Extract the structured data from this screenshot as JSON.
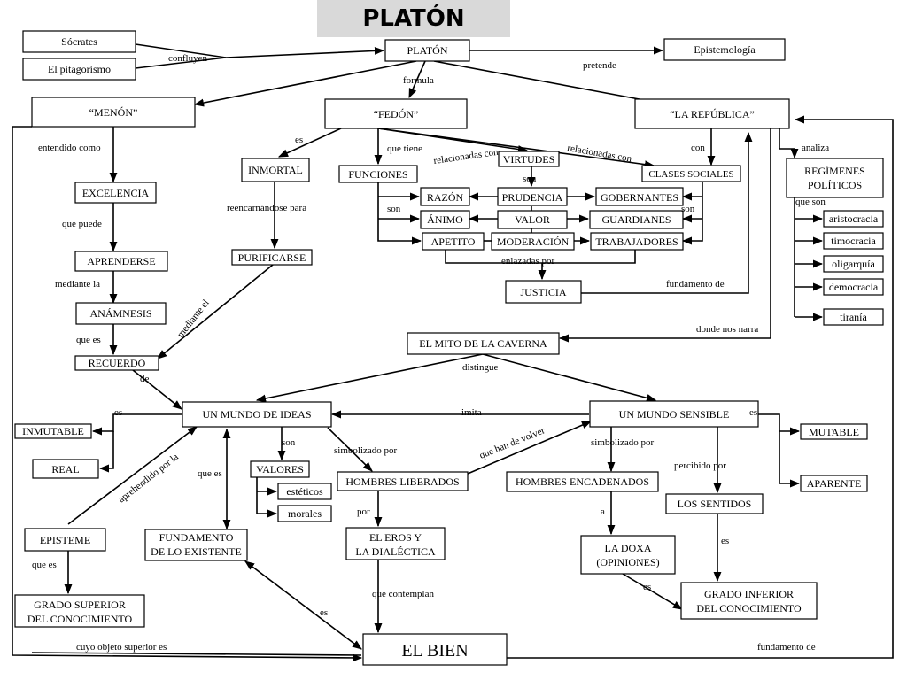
{
  "title": "PLATÓN",
  "nodes": {
    "socrates": "Sócrates",
    "pitagorismo": "El pitagorismo",
    "platon": "PLATÓN",
    "epistemologia": "Epistemología",
    "menon": "“MENÓN”",
    "fedon": "“FEDÓN”",
    "republica": "“LA REPÚBLICA”",
    "inmortal": "INMORTAL",
    "funciones": "FUNCIONES",
    "virtudes": "VIRTUDES",
    "clases": "CLASES SOCIALES",
    "regimenes1": "REGÍMENES",
    "regimenes2": "POLÍTICOS",
    "excelencia": "EXCELENCIA",
    "razon": "RAZÓN",
    "prudencia": "PRUDENCIA",
    "gobernantes": "GOBERNANTES",
    "animo": "ÁNIMO",
    "valor": "VALOR",
    "guardianes": "GUARDIANES",
    "apetito": "APETITO",
    "moderacion": "MODERACIÓN",
    "trabajadores": "TRABAJADORES",
    "aristocracia": "aristocracia",
    "timocracia": "timocracia",
    "oligarquia": "oligarquía",
    "democracia": "democracia",
    "tirania": "tiranía",
    "aprenderse": "APRENDERSE",
    "purificarse": "PURIFICARSE",
    "justicia": "JUSTICIA",
    "anamnesis": "ANÁMNESIS",
    "recuerdo": "RECUERDO",
    "mito": "EL MITO DE LA CAVERNA",
    "mundo_ideas": "UN MUNDO DE IDEAS",
    "mundo_sensible": "UN MUNDO SENSIBLE",
    "inmutable": "INMUTABLE",
    "real": "REAL",
    "mutable": "MUTABLE",
    "aparente": "APARENTE",
    "valores": "VALORES",
    "esteticos": "estéticos",
    "morales": "morales",
    "hombres_liberados": "HOMBRES LIBERADOS",
    "hombres_encadenados": "HOMBRES ENCADENADOS",
    "los_sentidos": "LOS SENTIDOS",
    "episteme": "EPISTEME",
    "fundamento1": "FUNDAMENTO",
    "fundamento2": "DE LO EXISTENTE",
    "eros1": "EL EROS Y",
    "eros2": "LA DIALÉCTICA",
    "doxa1": "LA DOXA",
    "doxa2": "(OPINIONES)",
    "grado_sup1": "GRADO SUPERIOR",
    "grado_sup2": "DEL CONOCIMIENTO",
    "grado_inf1": "GRADO INFERIOR",
    "grado_inf2": "DEL CONOCIMIENTO",
    "el_bien": "EL BIEN"
  },
  "links": {
    "confluyen": "confluyen",
    "pretende": "pretende",
    "formula": "formula",
    "entendido_como": "entendido como",
    "es_inmortal": "es",
    "que_tiene": "que tiene",
    "relacionadas_con_1": "relacionadas con",
    "relacionadas_con_2": "relacionadas con",
    "con": "con",
    "analiza": "analiza",
    "son_virtudes": "son",
    "son_funciones": "son",
    "son_clases": "son",
    "que_son": "que son",
    "que_puede": "que puede",
    "reencarnandose": "reencarnándose para",
    "enlazadas_por": "enlazadas por",
    "fundamento_de_1": "fundamento de",
    "mediante_la": "mediante la",
    "mediante_el": "mediante el",
    "que_es_1": "que es",
    "donde_nos_narra": "donde nos narra",
    "de": "de",
    "distingue": "distingue",
    "imita": "imita",
    "es_ideas": "es",
    "es_sensible": "es",
    "son_valores": "son",
    "simbolizado_por_1": "simbolizado por",
    "simbolizado_por_2": "simbolizado por",
    "que_han_de_volver": "que han de volver",
    "percibido_por": "percibido por",
    "aprehendido_por_la": "aprehendido  por la",
    "que_es_2": "que es",
    "por": "por",
    "a": "a",
    "es_sentidos": "es",
    "que_es_3": "que  es",
    "que_contemplan": "que contemplan",
    "es_doxa": "es",
    "es_bien": "es",
    "cuyo_objeto": "cuyo objeto superior es",
    "fundamento_de_2": "fundamento de"
  }
}
